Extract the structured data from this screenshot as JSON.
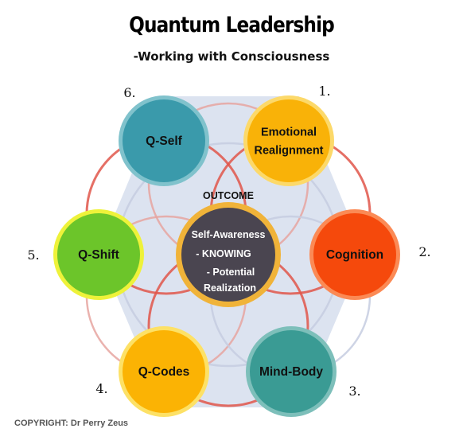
{
  "title": "Quantum Leadership",
  "subtitle": "-Working with Consciousness",
  "outcome_label": "OUTCOME",
  "center": {
    "lines": [
      "Self-Awareness",
      "-  KNOWING",
      "- Potential",
      "Realization"
    ],
    "fill": "#4a4550"
  },
  "nodes": [
    {
      "id": "emotional-realignment",
      "number": "1.",
      "lines": [
        "Emotional",
        "Realignment"
      ],
      "fill": "#f9b208",
      "ring": "#fcd96a"
    },
    {
      "id": "cognition",
      "number": "2.",
      "lines": [
        "Cognition"
      ],
      "fill": "#f5490c",
      "ring": "#fb8a55"
    },
    {
      "id": "mind-body",
      "number": "3.",
      "lines": [
        "Mind-Body"
      ],
      "fill": "#3a9b94",
      "ring": "#7dbfba"
    },
    {
      "id": "q-codes",
      "number": "4.",
      "lines": [
        "Q-Codes"
      ],
      "fill": "#fbb304",
      "ring": "#fde166"
    },
    {
      "id": "q-shift",
      "number": "5.",
      "lines": [
        "Q-Shift"
      ],
      "fill": "#6cc52a",
      "ring": "#eef23a"
    },
    {
      "id": "q-self",
      "number": "6.",
      "lines": [
        "Q-Self"
      ],
      "fill": "#3a9aab",
      "ring": "#80c2cc"
    }
  ],
  "colors": {
    "hexagon": "#dce3f0",
    "ring_red": "#e0564a",
    "ring_pink": "#e6a5a0",
    "ring_blue": "#c5cde0"
  },
  "copyright": "COPYRIGHT: Dr Perry Zeus"
}
